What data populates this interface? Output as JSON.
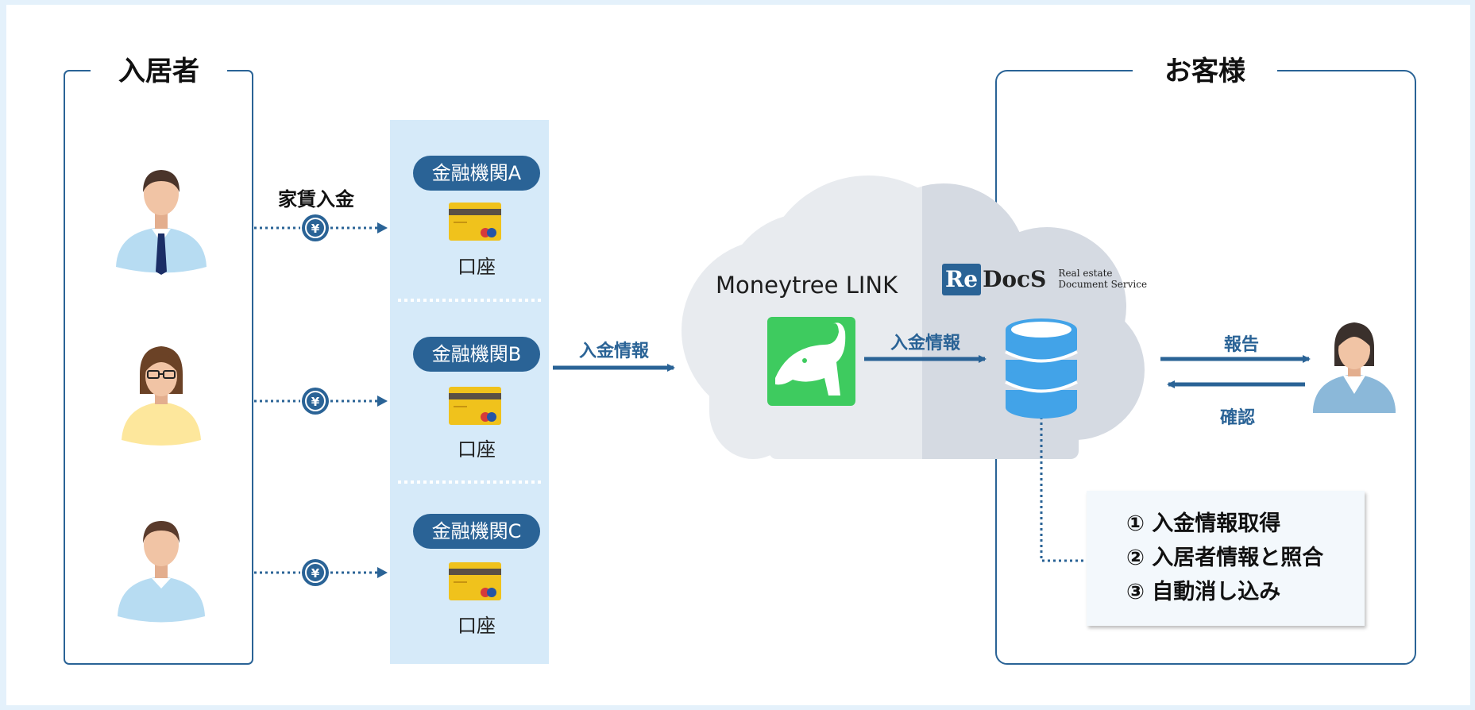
{
  "tenants": {
    "title": "入居者"
  },
  "customer": {
    "title": "お客様"
  },
  "rent_payment_label": "家賃入金",
  "banks": [
    {
      "name": "金融機関A",
      "account": "口座"
    },
    {
      "name": "金融機関B",
      "account": "口座"
    },
    {
      "name": "金融機関C",
      "account": "口座"
    }
  ],
  "flow": {
    "deposit_info_1": "入金情報",
    "deposit_info_2": "入金情報",
    "report": "報告",
    "confirm": "確認"
  },
  "cloud": {
    "moneytree_label": "Moneytree LINK",
    "redocs_logo_re": "Re",
    "redocs_logo_docs": "DocS",
    "redocs_tagline_1": "Real estate",
    "redocs_tagline_2": "Document Service"
  },
  "steps": [
    "① 入金情報取得",
    "② 入居者情報と照合",
    "③ 自動消し込み"
  ],
  "colors": {
    "accent": "#2a6396",
    "bank_column": "#d6eaf9",
    "cloud_light": "#e8ebef",
    "cloud_dark": "#d5dae2",
    "moneytree_green": "#3ecb5f",
    "database": "#42a3e8",
    "card": "#f0c21c"
  },
  "icons": {
    "yen": "yen-coin-icon",
    "card": "bank-card-icon",
    "database": "database-icon",
    "elephant": "moneytree-elephant-icon"
  }
}
